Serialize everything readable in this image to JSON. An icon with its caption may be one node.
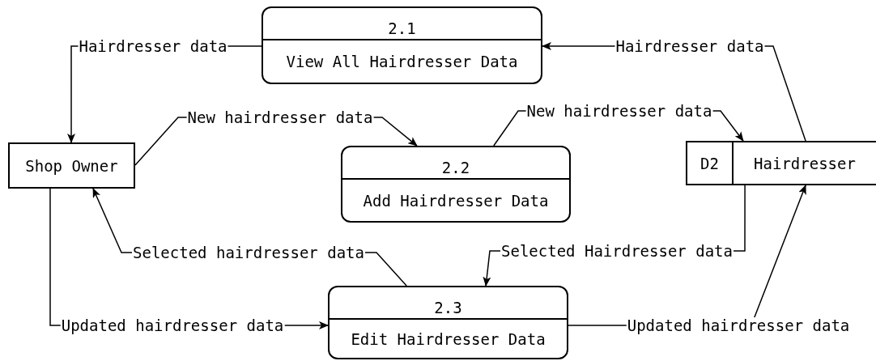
{
  "diagram": {
    "nodes": [
      {
        "text": [
          "2.1",
          "View All Hairdresser Data"
        ]
      },
      {
        "text": [
          "Shop Owner"
        ]
      },
      {
        "text": [
          "2.2",
          "Add Hairdresser Data"
        ]
      },
      {
        "text": [
          "D2",
          "Hairdresser"
        ]
      },
      {
        "text": [
          "2.3",
          "Edit Hairdresser Data"
        ]
      }
    ],
    "edges": [
      {
        "from": 3,
        "to": 0,
        "arrow": "to",
        "label": "Hairdresser data"
      },
      {
        "from": 0,
        "to": 1,
        "arrow": "to",
        "label": "Hairdresser data"
      },
      {
        "from": 1,
        "to": 2,
        "arrow": "to",
        "label": "New hairdresser data"
      },
      {
        "from": 2,
        "to": 3,
        "arrow": "to",
        "label": "New hairdresser data"
      },
      {
        "from": 4,
        "to": 1,
        "arrow": "to",
        "label": "Selected hairdresser data"
      },
      {
        "from": 3,
        "to": 4,
        "arrow": "to",
        "label": "Selected Hairdresser data"
      },
      {
        "from": 1,
        "to": 4,
        "arrow": "to",
        "label": "Updated hairdresser data"
      },
      {
        "from": 4,
        "to": 3,
        "arrow": "to",
        "label": "Updated hairdresser data"
      }
    ]
  }
}
